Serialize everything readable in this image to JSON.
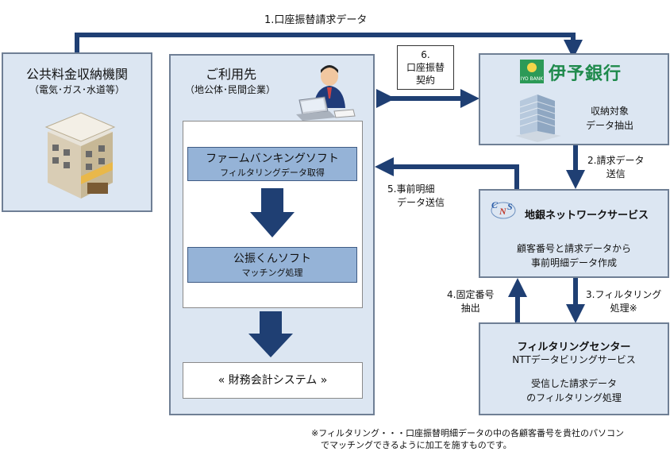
{
  "arrows": {
    "a1": "1.口座振替請求データ",
    "a2_line1": "2.請求データ",
    "a2_line2": "送信",
    "a3_line1": "3.フィルタリング",
    "a3_line2": "処理※",
    "a4_line1": "4.固定番号",
    "a4_line2": "抽出",
    "a5_line1": "5.事前明細",
    "a5_line2": "データ送信",
    "a6_line1": "6.",
    "a6_line2": "口座振替",
    "a6_line3": "契約"
  },
  "utility": {
    "title": "公共料金収納機関",
    "subtitle": "（電気･ガス･水道等）",
    "icon": "building-icon"
  },
  "client": {
    "title": "ご利用先",
    "subtitle": "（地公体･民間企業）",
    "icon": "office-worker-icon",
    "farm_title": "ファームバンキングソフト",
    "farm_sub": "フィルタリングデータ取得",
    "kofuri_title": "公振くんソフト",
    "kofuri_sub": "マッチング処理",
    "accounting": "« 財務会計システム »"
  },
  "bank": {
    "logo_text": "伊予銀行",
    "logo_small": "IYO BANK",
    "body_line1": "収納対象",
    "body_line2": "データ抽出",
    "icon": "office-tower-icon",
    "brand_color": "#1f8a4c"
  },
  "cns": {
    "logo_text": "CNS",
    "title": "地銀ネットワークサービス",
    "body_line1": "顧客番号と請求データから",
    "body_line2": "事前明細データ作成"
  },
  "filter": {
    "title": "フィルタリングセンター",
    "subtitle": "NTTデータビリングサービス",
    "body_line1": "受信した請求データ",
    "body_line2": "のフィルタリング処理"
  },
  "footnote": {
    "line1": "※フィルタリング・・・口座振替明細データの中の各顧客番号を貴社のパソコン",
    "line2": "でマッチングできるように加工を施すものです。"
  },
  "colors": {
    "arrow": "#1f3f73",
    "box_fill": "#dce6f2",
    "inner_blue": "#95b3d7"
  }
}
